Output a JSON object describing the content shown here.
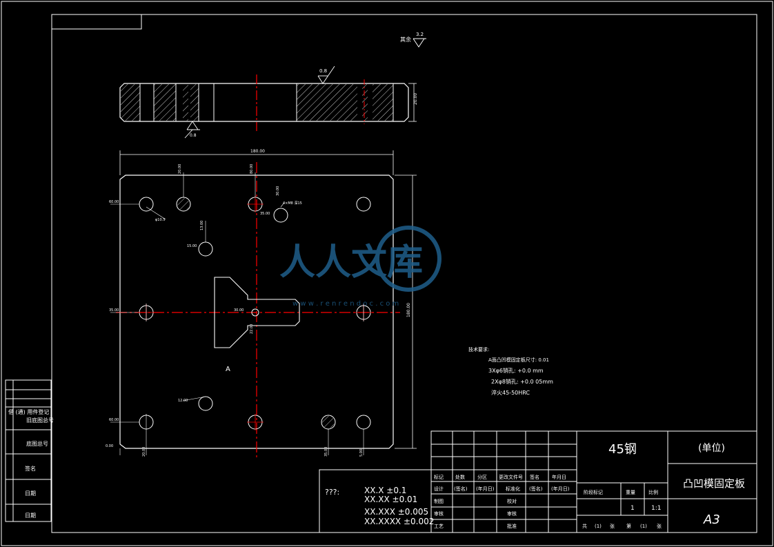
{
  "surface_mark": {
    "prefix": "其余",
    "value": "3.2"
  },
  "section_marks": {
    "roughness_top": "0.8",
    "roughness_bottom": "0.8"
  },
  "dimensions": {
    "overall_width": "180.00",
    "overall_height": "180.00",
    "thickness": "20.00",
    "hole_a": "30.00",
    "hole_b": "35.00",
    "hole_note": "4×M8 深15",
    "row_a": "20.00",
    "row_b": "80.00",
    "side_a": "60.00",
    "side_b": "35.00",
    "center_a": "30.00",
    "center_b": "22.00",
    "bottom_a": "20.00",
    "bottom_b": "35.00",
    "bottom_c": "5.00",
    "corner": "0.00",
    "small_a": "13.00",
    "small_b": "15.00",
    "small_c": "12.00",
    "pitch": "60.00",
    "hole_note_2": "φ10.5"
  },
  "view_label": "A",
  "technical_requirements": {
    "heading": "技术要求:",
    "lines": [
      "A面凸凹模固定板尺寸: 0.01",
      "3Xφ6销孔: +0.0 mm",
      "2Xφ8销孔: +0.0 05mm",
      "淬火45-50HRC"
    ]
  },
  "left_strip": [
    "借 (通) 用件登记",
    "旧底图总号",
    "底图总号",
    "签名",
    "日期",
    "日期"
  ],
  "tolerance_block": {
    "label": "???:",
    "lines": [
      "XX.X  ±0.1",
      "XX.XX  ±0.01",
      "XX.XXX  ±0.005",
      "XX.XXXX  ±0.002"
    ]
  },
  "title_block": {
    "material": "45钢",
    "unit": "(单位)",
    "drawing_name": "凸凹模固定板",
    "sheet_size": "A3",
    "header_row": [
      "标记",
      "处数",
      "分区",
      "更改文件号",
      "签名",
      "年月日"
    ],
    "design_row": [
      "设计",
      "(签名)",
      "(年月日)",
      "标准化",
      "(签名)",
      "(年月日)"
    ],
    "rows_left": [
      "制图",
      "审核",
      "工艺"
    ],
    "rows_mid": [
      "校对",
      "审核",
      "批准"
    ],
    "stage_headers": [
      "阶段标记",
      "重量",
      "比例"
    ],
    "scale": "1:1",
    "quantity": "1",
    "sheet_line": [
      "共",
      "(1)",
      "张",
      "第",
      "(1)",
      "张"
    ]
  },
  "watermark": {
    "text": "人人文库",
    "url": "w w w . r e n r e n d o c . c o m",
    "color": "#1f5f8b"
  }
}
